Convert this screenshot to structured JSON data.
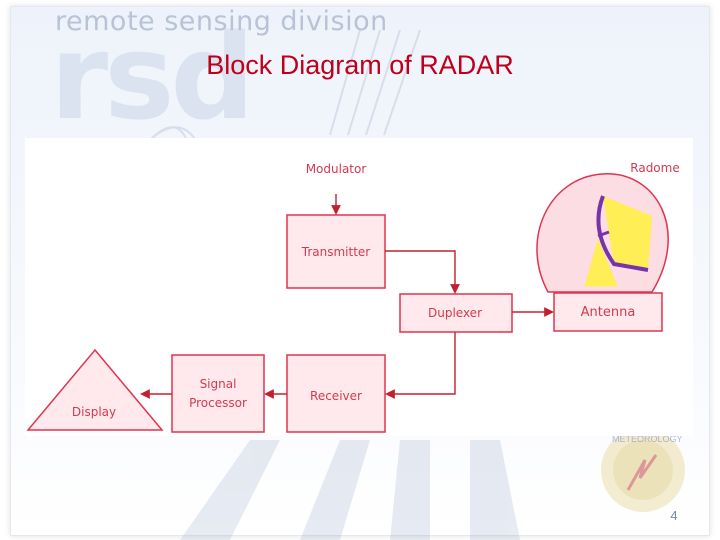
{
  "header": {
    "logo_text": "remote sensing division",
    "logo_mark": "rsd",
    "title": "Block Diagram of RADAR"
  },
  "diagram": {
    "blocks": {
      "modulator": "Modulator",
      "transmitter": "Transmitter",
      "duplexer": "Duplexer",
      "antenna": "Antenna",
      "radome": "Radome",
      "receiver": "Receiver",
      "signal_processor_line1": "Signal",
      "signal_processor_line2": "Processor",
      "display": "Display"
    },
    "colors": {
      "block_fill": "#ffe9ed",
      "block_border": "#e0344f",
      "label_text": "#d23a4f",
      "arrow": "#c3202f",
      "radome_fill": "#fcdde3",
      "dish_fill": "#ffee55",
      "dish_outline": "#7733aa"
    }
  },
  "footer": {
    "page_number": "4"
  }
}
